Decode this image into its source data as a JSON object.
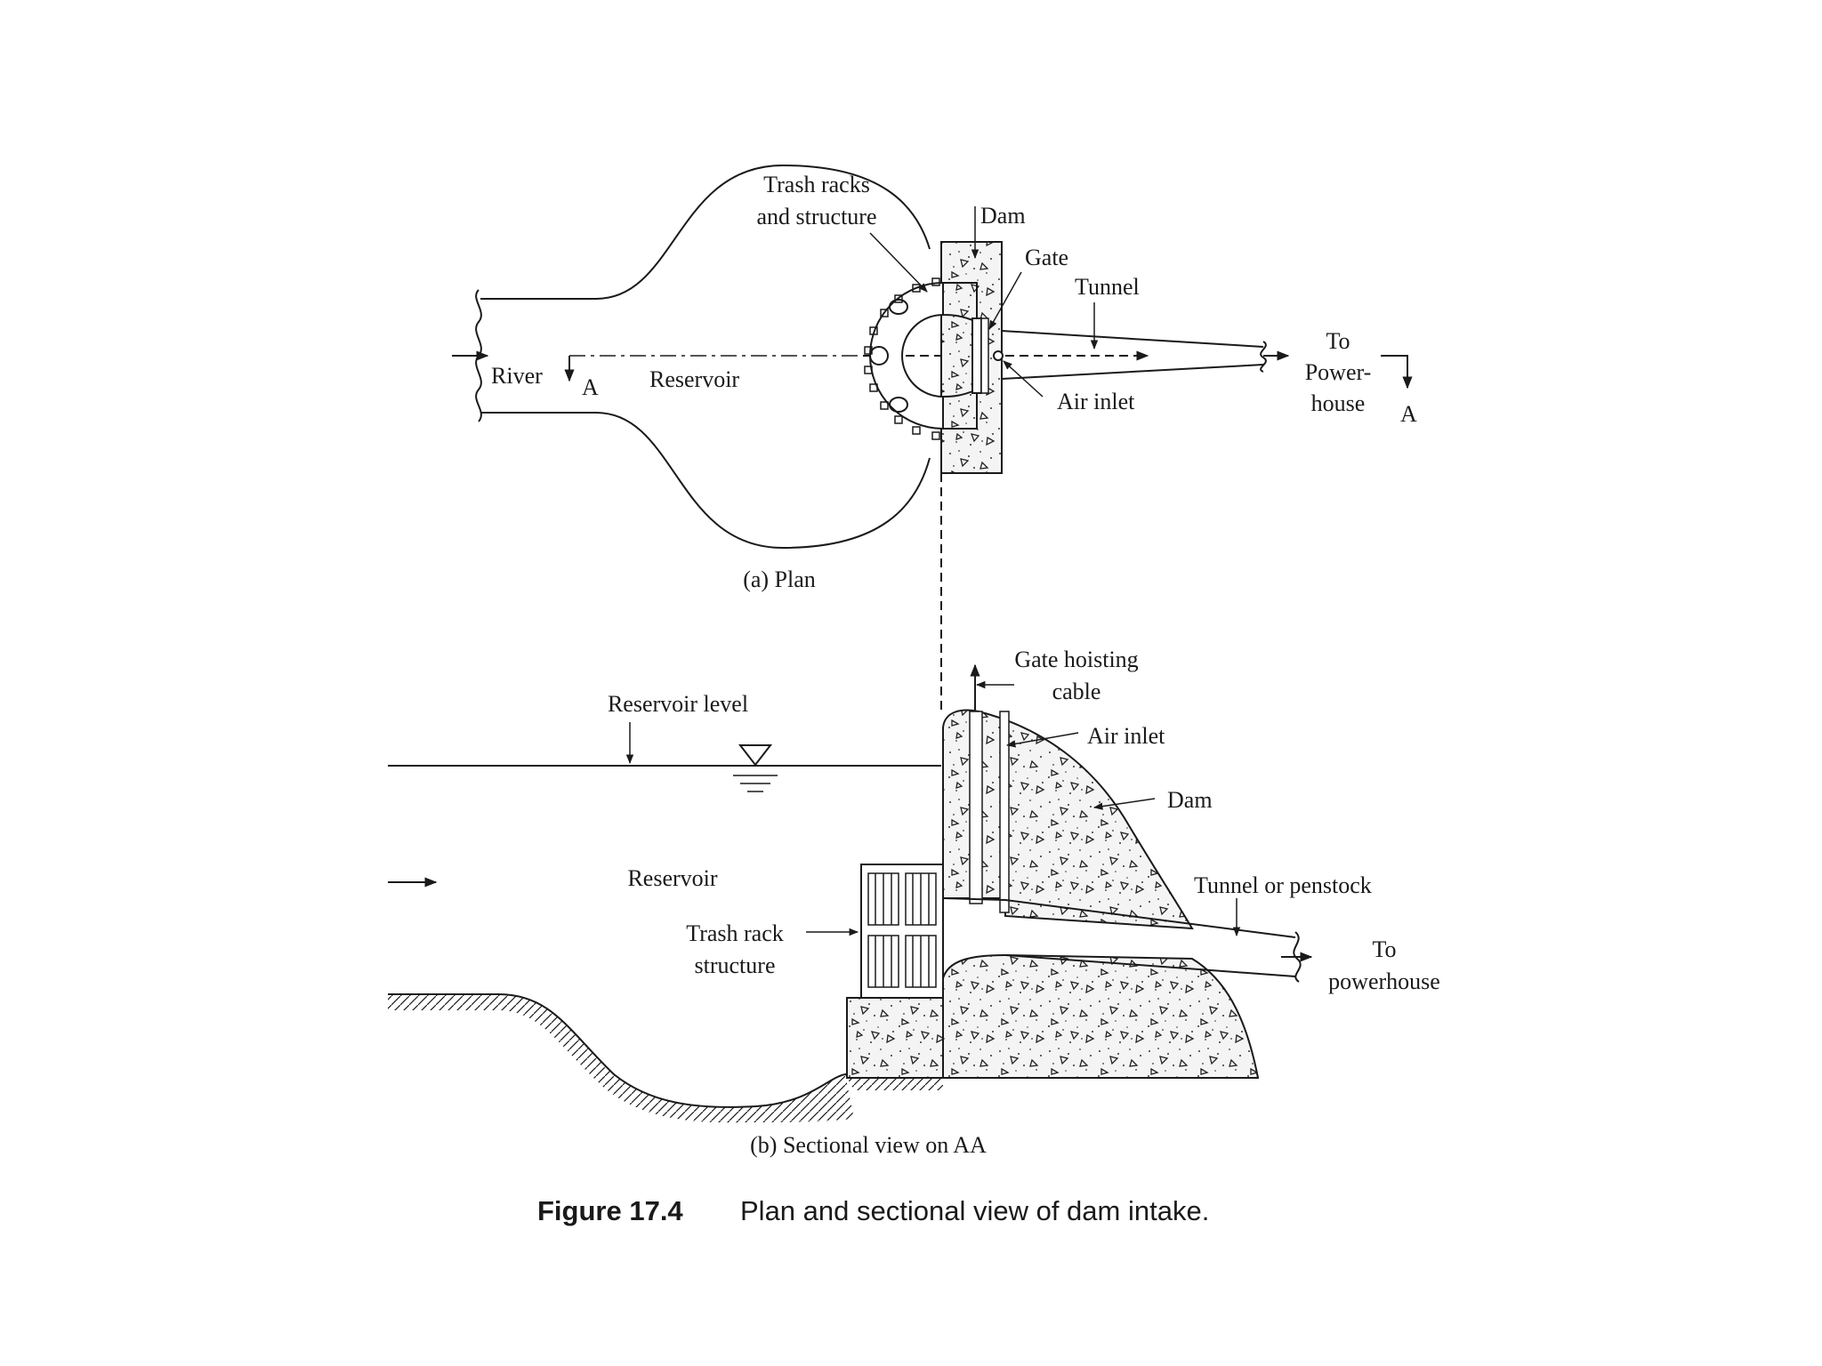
{
  "plan": {
    "caption": "(a) Plan",
    "labels": {
      "trash_racks_line1": "Trash racks",
      "trash_racks_line2": "and structure",
      "dam": "Dam",
      "gate": "Gate",
      "tunnel": "Tunnel",
      "river": "River",
      "section_mark_left": "A",
      "reservoir": "Reservoir",
      "air_inlet": "Air inlet",
      "to_line1": "To",
      "to_line2": "Power-",
      "to_line3": "house",
      "section_mark_right": "A"
    }
  },
  "section": {
    "caption": "(b) Sectional view on AA",
    "labels": {
      "gate_hoisting_line1": "Gate hoisting",
      "gate_hoisting_line2": "cable",
      "reservoir_level": "Reservoir level",
      "air_inlet": "Air inlet",
      "dam": "Dam",
      "reservoir": "Reservoir",
      "tunnel_or_penstock": "Tunnel or penstock",
      "trash_rack_line1": "Trash rack",
      "trash_rack_line2": "structure",
      "to_line1": "To",
      "to_line2": "powerhouse"
    }
  },
  "figure_caption": {
    "number": "Figure 17.4",
    "text": "Plan and sectional view of dam intake."
  }
}
